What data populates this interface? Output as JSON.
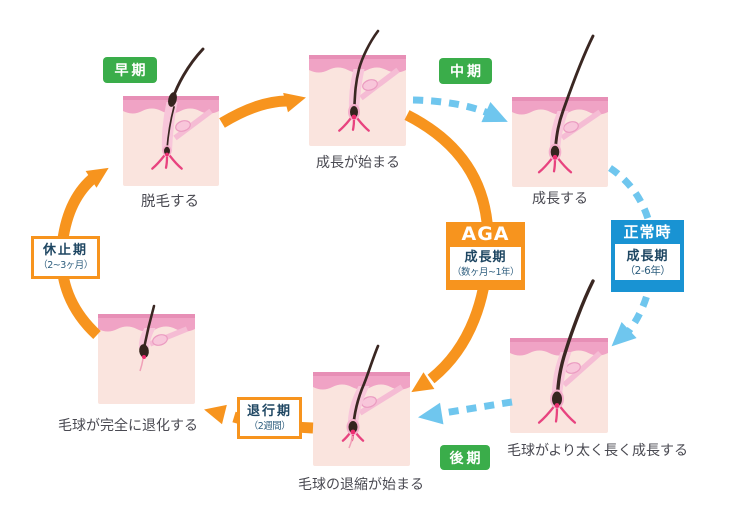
{
  "diagram": {
    "stages": {
      "shedding": {
        "label": "脱毛する"
      },
      "growth_begins": {
        "label": "成長が始まる"
      },
      "growing": {
        "label": "成長する"
      },
      "thicker_longer": {
        "label": "毛球がより太く長く成長する"
      },
      "regression_begins": {
        "label": "毛球の退縮が始まる"
      },
      "fully_degenerated": {
        "label": "毛球が完全に退化する"
      }
    },
    "badges": {
      "early": {
        "label": "早期"
      },
      "middle": {
        "label": "中期"
      },
      "late": {
        "label": "後期"
      },
      "aga": {
        "title": "AGA",
        "phase": "成長期",
        "duration": "（数ヶ月~1年）"
      },
      "normal": {
        "title": "正常時",
        "phase": "成長期",
        "duration": "（2-6年）"
      },
      "rest": {
        "title": "休止期",
        "duration": "（2~3ヶ月）"
      },
      "regression": {
        "title": "退行期",
        "duration": "（2週間）"
      }
    },
    "colors": {
      "aga_orange": "#F7941E",
      "normal_blue": "#1993D3",
      "arrow_blue": "#6FC6EE",
      "stage_green": "#3AAD4A",
      "skin": "#FAE4DE",
      "skin_band": "#F0A3C5"
    }
  }
}
